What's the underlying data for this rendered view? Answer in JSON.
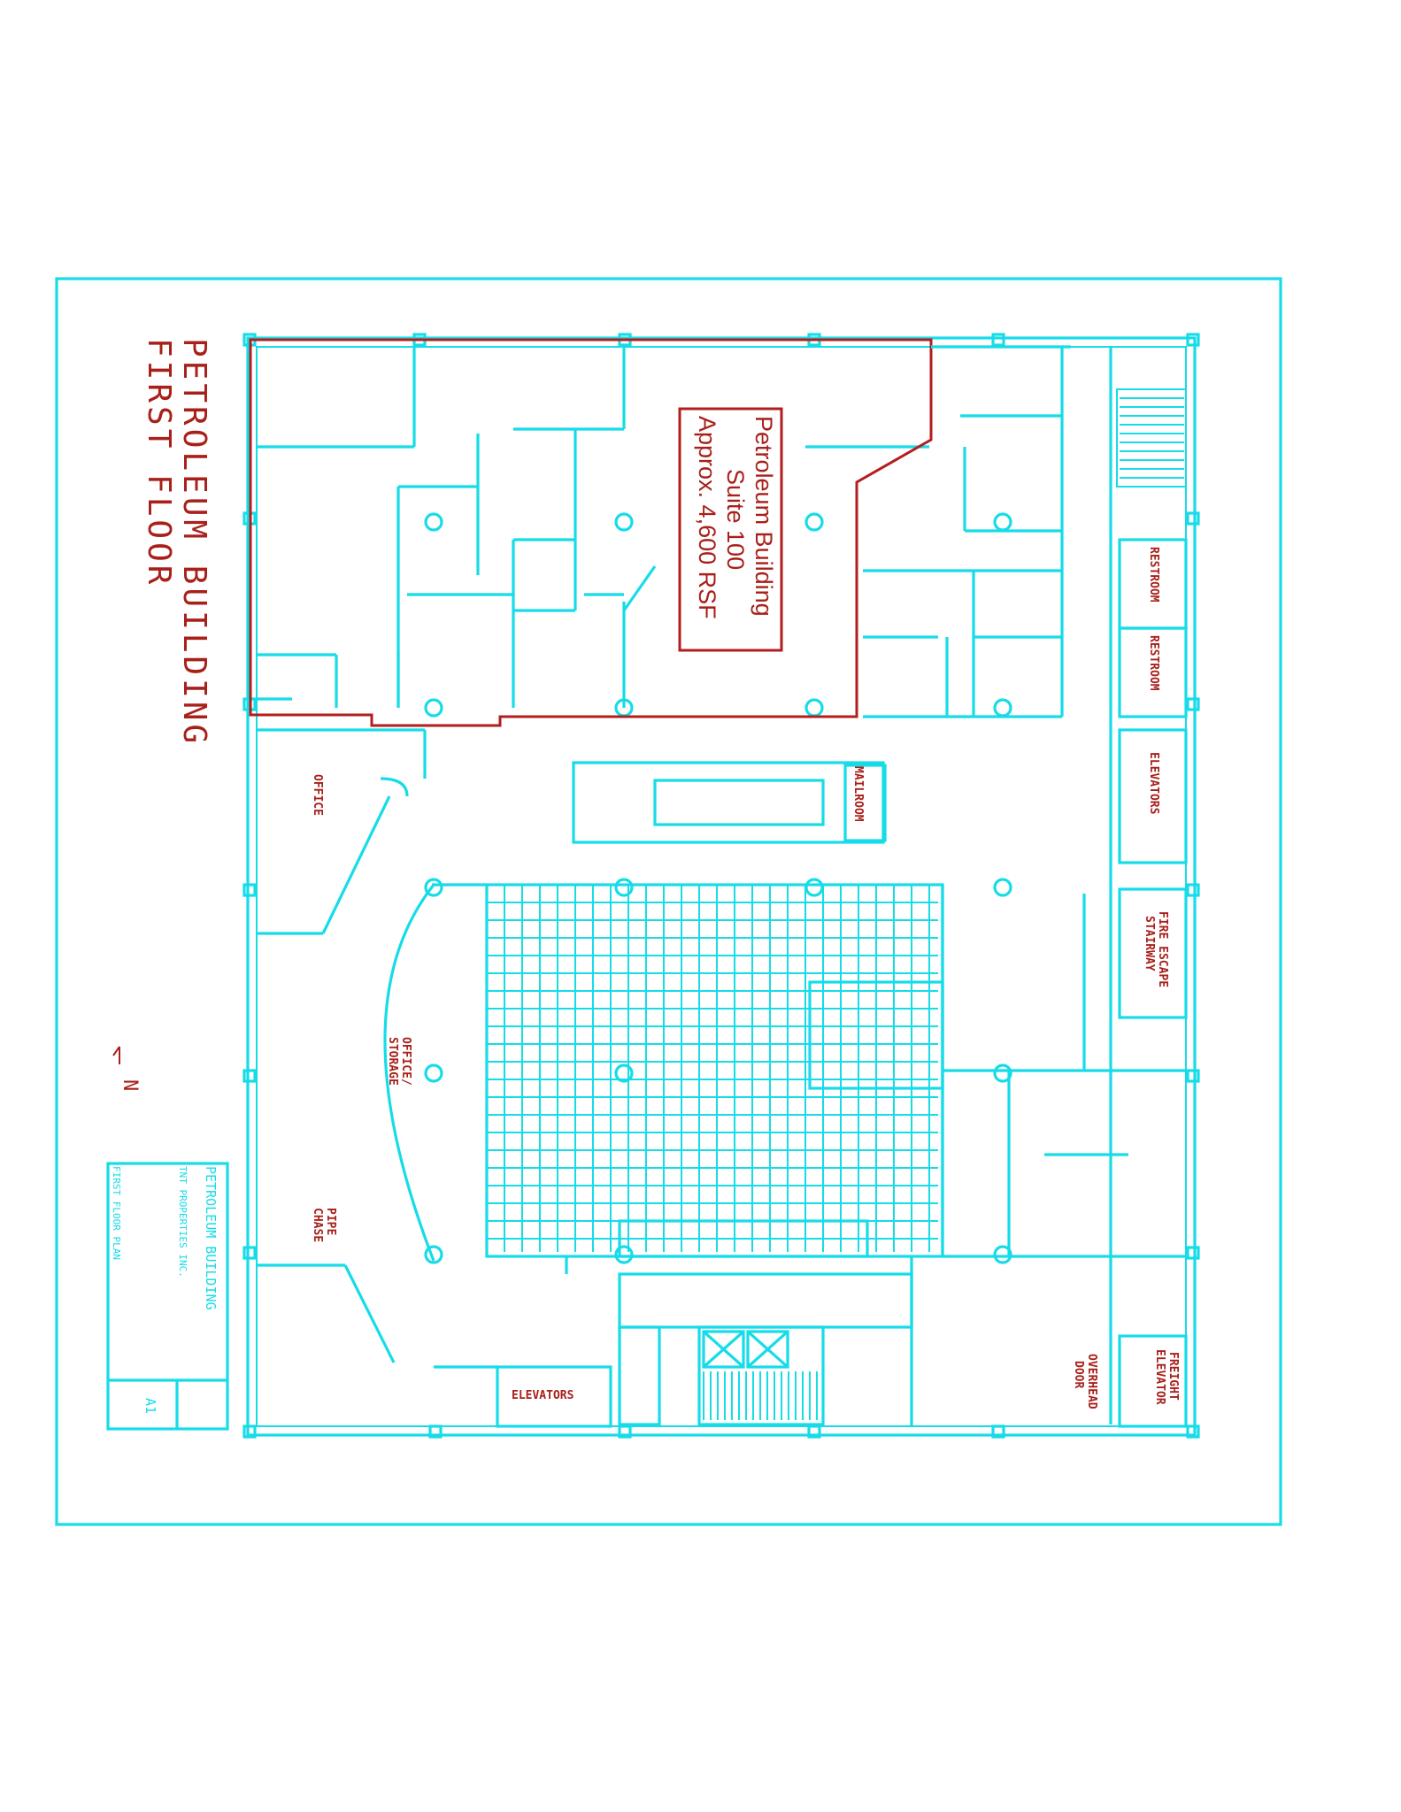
{
  "title": {
    "line1": "PETROLEUM BUILDING",
    "line2": "FIRST FLOOR"
  },
  "suite": {
    "name": "Petroleum Building",
    "unit": "Suite 100",
    "area": "Approx. 4,600 RSF"
  },
  "north_marker": "N",
  "rooms": {
    "office": "OFFICE",
    "office_storage_1": "OFFICE/",
    "office_storage_2": "STORAGE",
    "mailroom": "MAILROOM",
    "restroom_1": "RESTROOM",
    "restroom_2": "RESTROOM",
    "elevators_east": "ELEVATORS",
    "fire_escape_1": "FIRE ESCAPE",
    "fire_escape_2": "STAIRWAY",
    "pipe_chase_1": "PIPE",
    "pipe_chase_2": "CHASE",
    "elevators_south": "ELEVATORS",
    "overhead_door_1": "OVERHEAD",
    "overhead_door_2": "DOOR",
    "freight_elevator_1": "FREIGHT",
    "freight_elevator_2": "ELEVATOR"
  },
  "title_block": {
    "project": "PETROLEUM BUILDING",
    "client": "TNT PROPERTIES INC.",
    "sheet_label": "FIRST FLOOR PLAN",
    "sheet_no": "A1"
  },
  "colors": {
    "linework": "#16dce8",
    "annotation": "#a8201a",
    "background": "#ffffff"
  }
}
